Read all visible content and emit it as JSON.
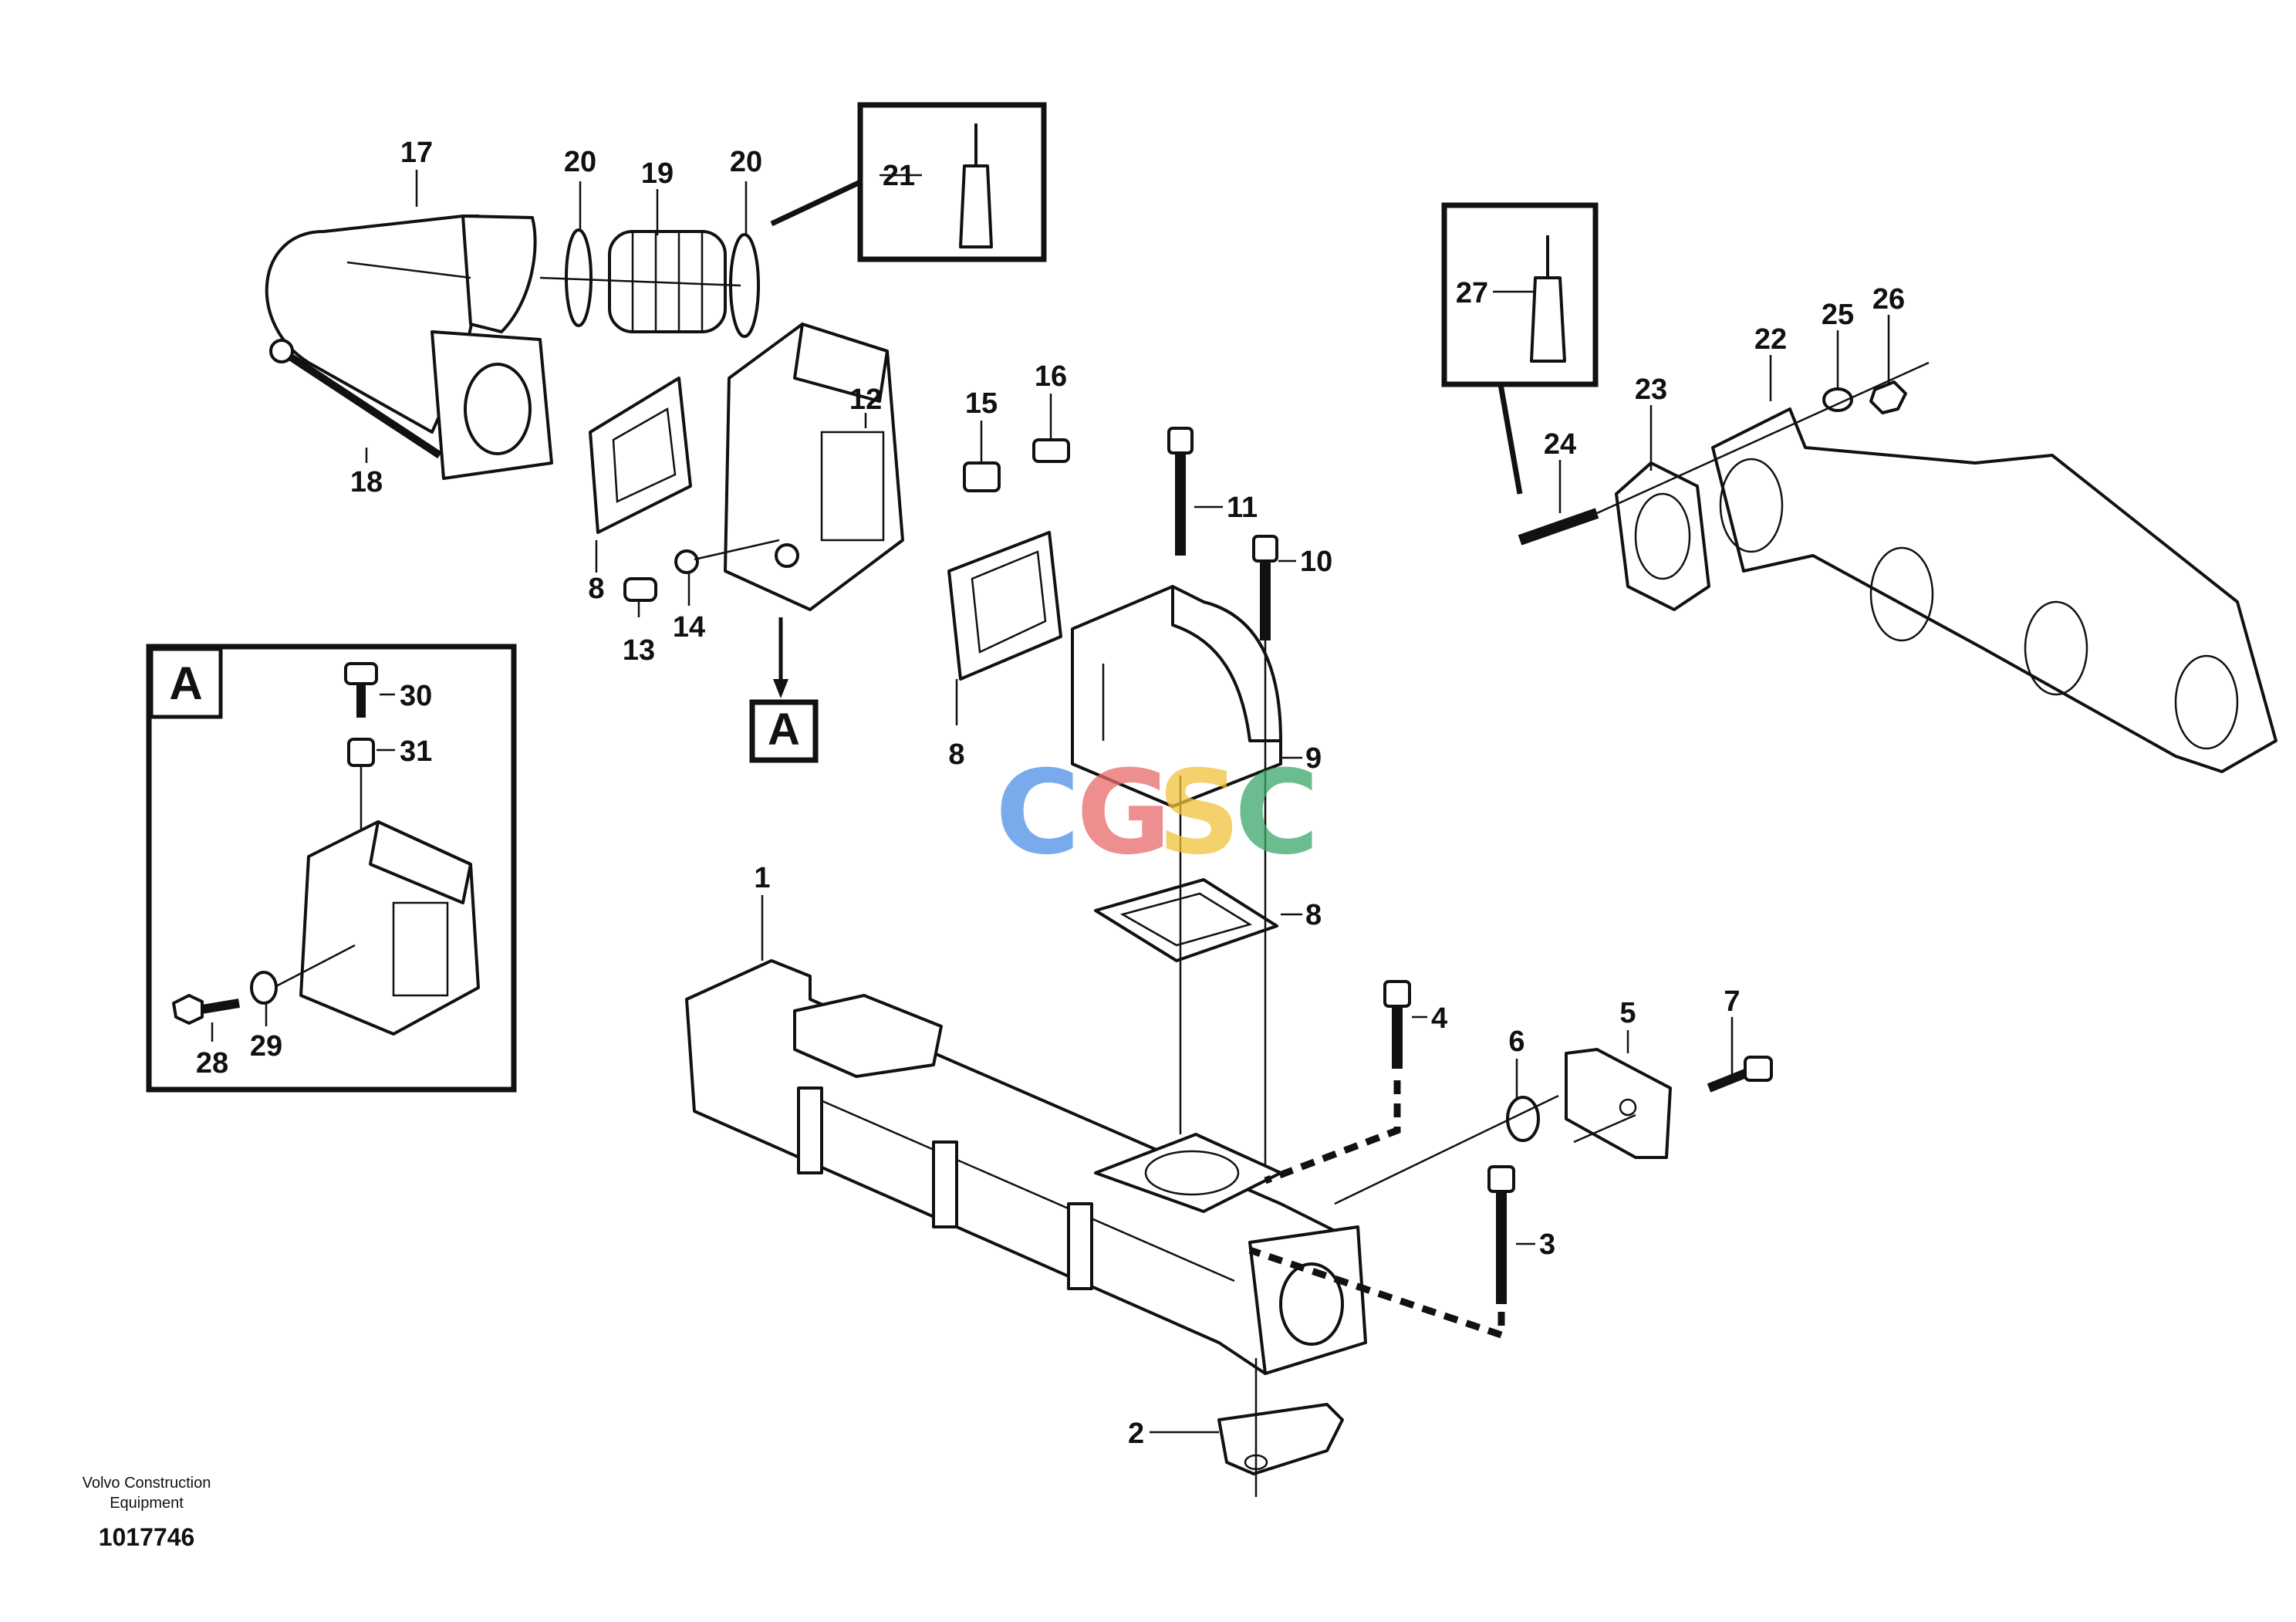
{
  "labels": {
    "p1": "1",
    "p2": "2",
    "p3": "3",
    "p4": "4",
    "p5": "5",
    "p6": "6",
    "p7": "7",
    "p8": "8",
    "p9": "9",
    "p10": "10",
    "p11": "11",
    "p12": "12",
    "p13": "13",
    "p14": "14",
    "p15": "15",
    "p16": "16",
    "p17": "17",
    "p18": "18",
    "p19": "19",
    "p20": "20",
    "p21": "21",
    "p22": "22",
    "p23": "23",
    "p24": "24",
    "p25": "25",
    "p26": "26",
    "p27": "27",
    "p28": "28",
    "p29": "29",
    "p30": "30",
    "p31": "31"
  },
  "detail_marker": "A",
  "watermark": {
    "letters": [
      "C",
      "G",
      "S",
      "C"
    ],
    "colors": [
      "#4d8ee6",
      "#e86a6a",
      "#f2c23a",
      "#3aa86a"
    ]
  },
  "footer": {
    "brand_line1": "Volvo Construction",
    "brand_line2": "Equipment",
    "doc_number": "1017746"
  }
}
